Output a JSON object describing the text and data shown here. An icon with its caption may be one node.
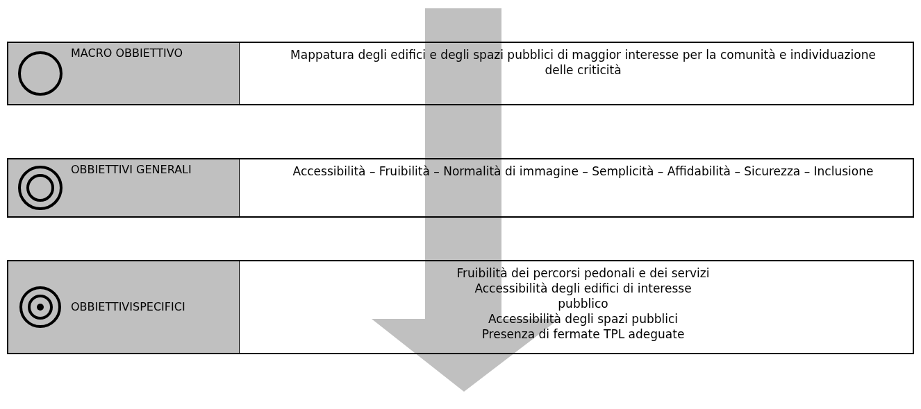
{
  "diagram": {
    "nodes": [
      {
        "text": [
          "MACRO OBBIETTIVO"
        ]
      },
      {
        "text": [
          "Mappatura degli edifici e degli spazi pubblici di maggior interesse per la comunità e individuazione delle criticità"
        ]
      },
      {
        "text": [
          "OBBIETTIVI GENERALI"
        ]
      },
      {
        "text": [
          "Accessibilità – Fruibilità – Normalità di immagine – Semplicità – Affidabilità – Sicurezza – Inclusione"
        ]
      },
      {
        "text": [
          "OBBIETTIVISPECIFICI"
        ]
      },
      {
        "text": [
          "Fruibilità dei percorsi pedonali e dei servizi",
          "Accessibilità degli edifici di interesse pubblico",
          "Accessibilità degli spazi pubblici",
          "Presenza di fermate TPL adeguate"
        ]
      }
    ],
    "edges": []
  }
}
